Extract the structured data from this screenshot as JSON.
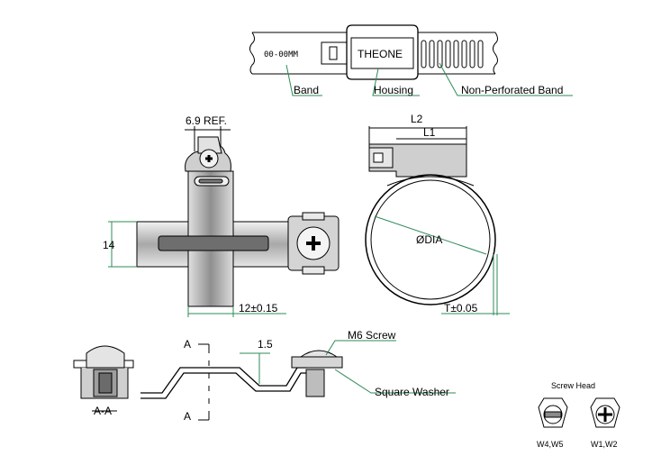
{
  "band_view": {
    "band_print": "00-00MM",
    "housing_print": "THEONE",
    "callouts": {
      "band": "Band",
      "housing": "Housing",
      "non_perforated_band": "Non-Perforated Band"
    }
  },
  "front_view": {
    "dim_top": "6.9 REF.",
    "dim_height": "14",
    "dim_width": "12±0.15"
  },
  "side_view": {
    "dim_l2": "L2",
    "dim_l1": "L1",
    "dia_label": "ØDIA",
    "thickness_label": "T±0.05"
  },
  "section_view": {
    "section_label": "A-A",
    "cut_label_top": "A",
    "cut_label_bottom": "A",
    "dim_offset": "1.5",
    "callout_screw": "M6 Screw",
    "callout_washer": "Square Washer"
  },
  "screw_head": {
    "title": "Screw Head",
    "slotted_label": "W4,W5",
    "cross_label": "W1,W2"
  },
  "colors": {
    "line": "#000000",
    "leader": "#2e8b57",
    "metal_fill": "#bdbdbd"
  }
}
